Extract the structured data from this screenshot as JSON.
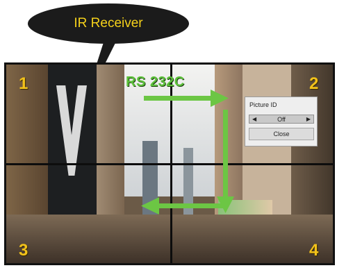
{
  "callout": {
    "label": "IR Receiver"
  },
  "wall": {
    "rs232c_label": "RS 232C",
    "numbers": [
      "1",
      "2",
      "3",
      "4"
    ]
  },
  "menu": {
    "title": "Picture ID",
    "value": "Off",
    "close_label": "Close"
  },
  "colors": {
    "arrow": "#6cc644",
    "numbers": "#f2c21a",
    "callout_text": "#f5d11b"
  }
}
